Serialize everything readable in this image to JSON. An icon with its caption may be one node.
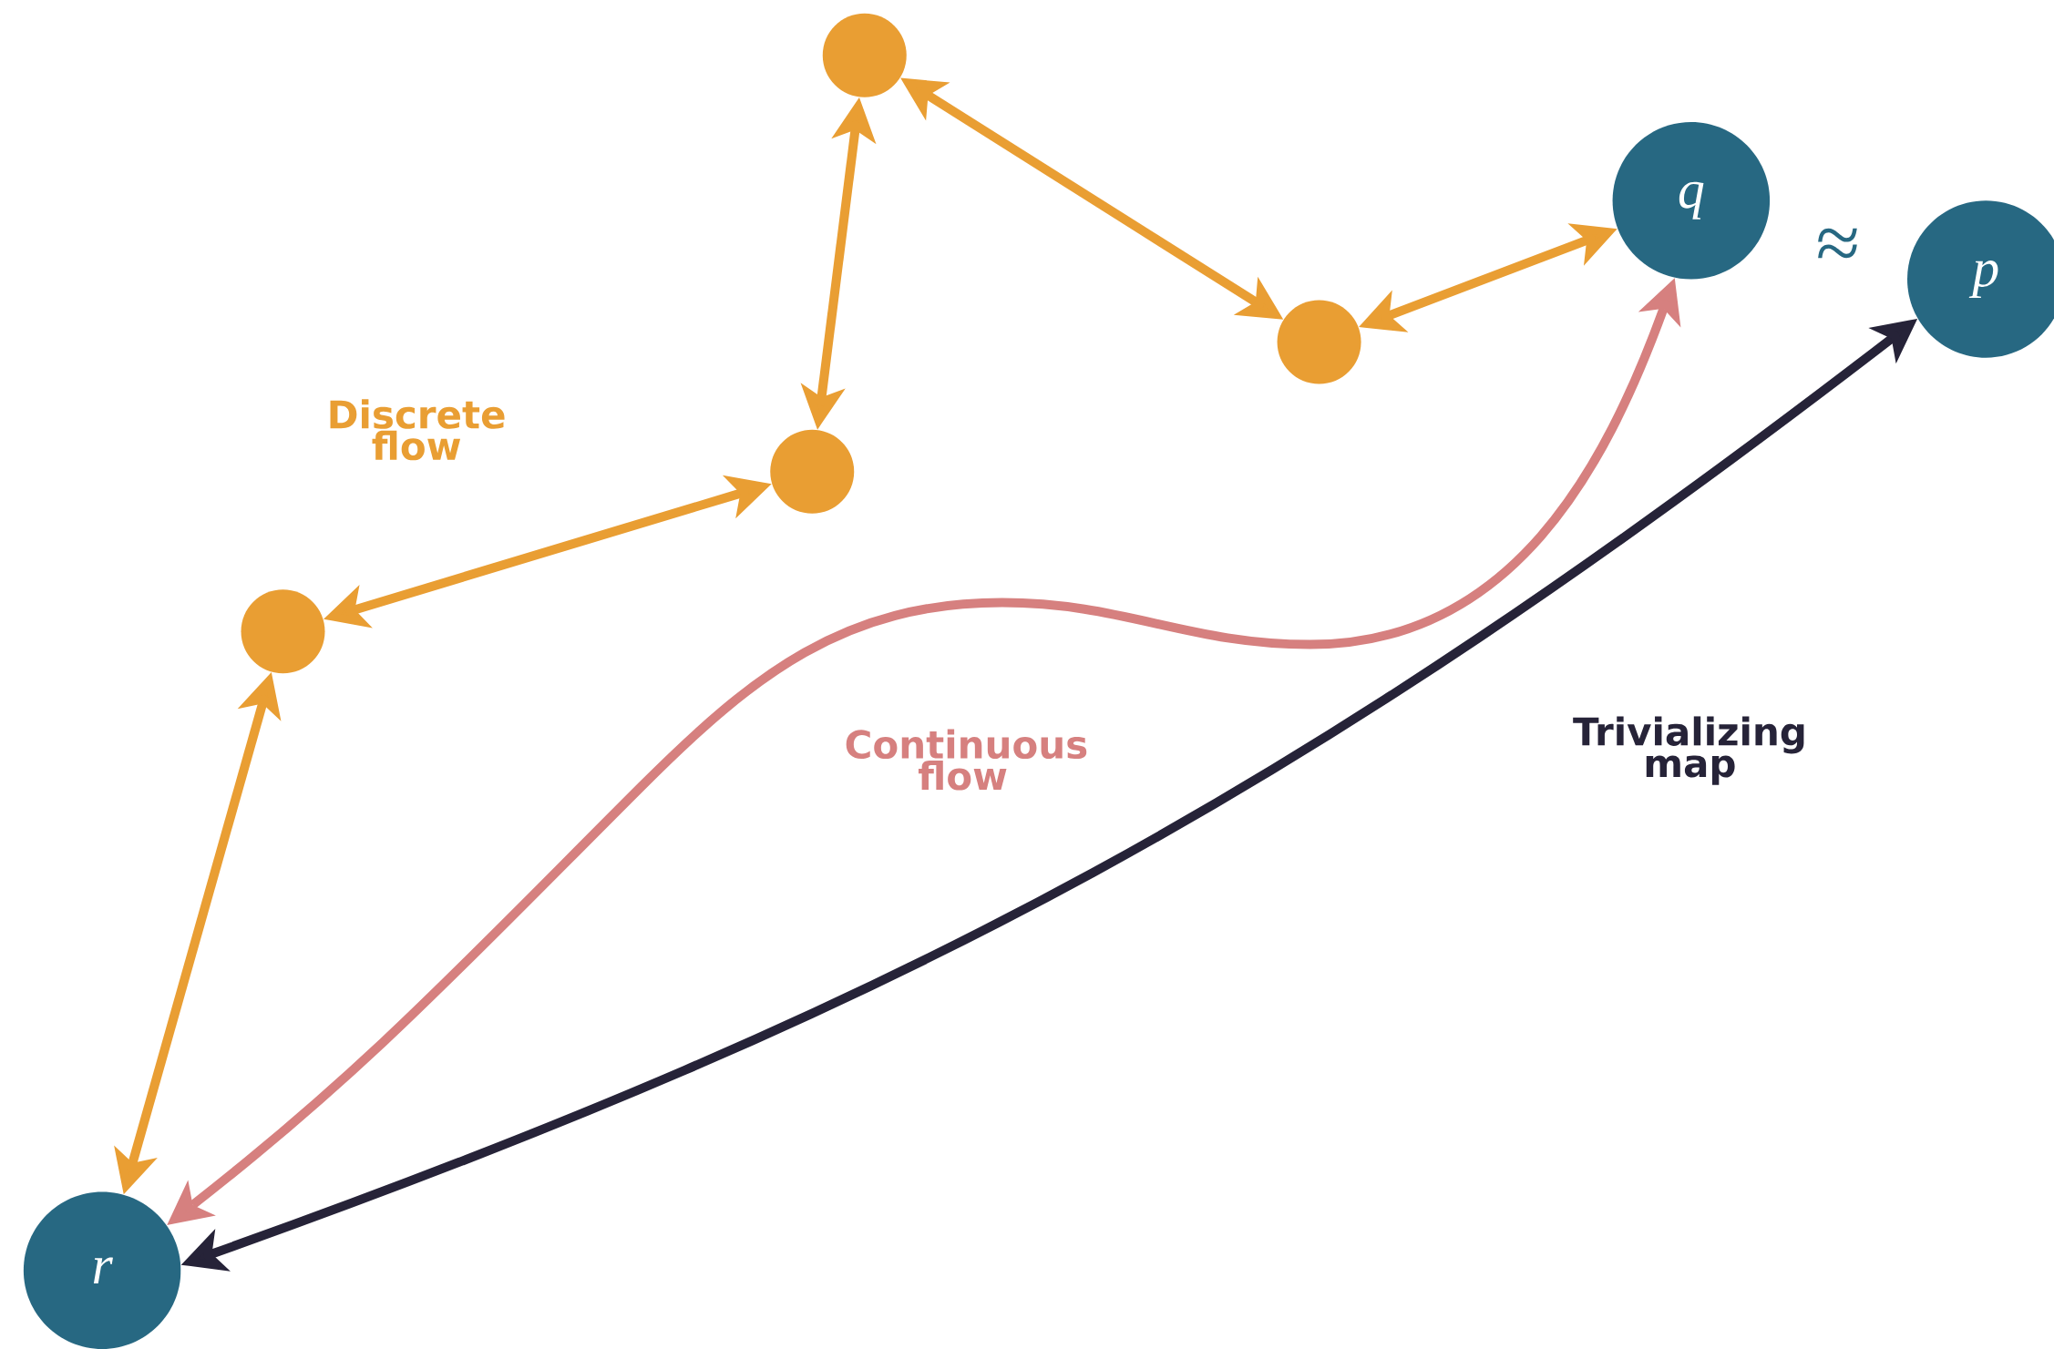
{
  "diagram": {
    "nodes": [
      {
        "text": [],
        "shape": "circle"
      },
      {
        "text": [
          "q"
        ]
      },
      {
        "text": [
          "p"
        ]
      },
      {
        "text": [],
        "shape": "circle"
      },
      {
        "text": [],
        "shape": "circle"
      },
      {
        "text": [],
        "shape": "circle"
      },
      {
        "text": [
          "r"
        ]
      }
    ],
    "edges": [
      {
        "from": 6,
        "to": 5,
        "arrow": "both"
      },
      {
        "from": 5,
        "to": 4,
        "arrow": "both"
      },
      {
        "from": 4,
        "to": 0,
        "arrow": "both"
      },
      {
        "from": 0,
        "to": 3,
        "arrow": "both"
      },
      {
        "from": 3,
        "to": 1,
        "arrow": "both"
      },
      {
        "from": 6,
        "to": 1,
        "arrow": "both",
        "color": "#d6807f"
      },
      {
        "from": 6,
        "to": 2,
        "arrow": "both",
        "color": "#262338"
      }
    ],
    "labels": [
      "≈",
      "Discrete flow",
      "Continuous flow",
      "Trivializing map"
    ]
  }
}
